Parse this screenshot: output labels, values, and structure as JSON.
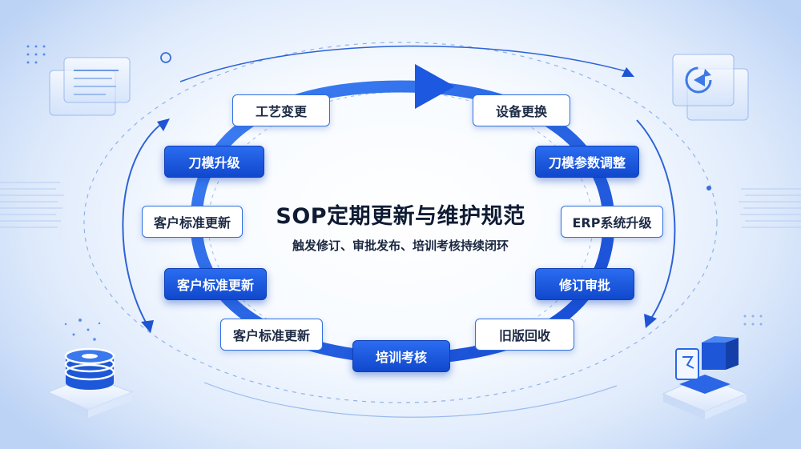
{
  "title": "SOP定期更新与维护规范",
  "subtitle": "触发修订、审批发布、培训考核持续闭环",
  "nodes": {
    "process_change": "工艺变更",
    "equipment_replacement": "设备更换",
    "die_upgrade": "刀模升级",
    "die_parameter_adjustment": "刀模参数调整",
    "customer_standard_update_1": "客户标准更新",
    "erp_upgrade": "ERP系统升级",
    "customer_standard_update_2": "客户标准更新",
    "revision_approval": "修订审批",
    "customer_standard_update_3": "客户标准更新",
    "old_version_recall": "旧版回收",
    "training_assessment": "培训考核"
  },
  "colors": {
    "accent": "#1a57de",
    "dark_node": "#1148cc",
    "light_node_border": "#2f6fe0",
    "title_text": "#0e1b33"
  },
  "icons": [
    "document-icon",
    "refresh-icon",
    "database-icon",
    "cube-icon"
  ]
}
